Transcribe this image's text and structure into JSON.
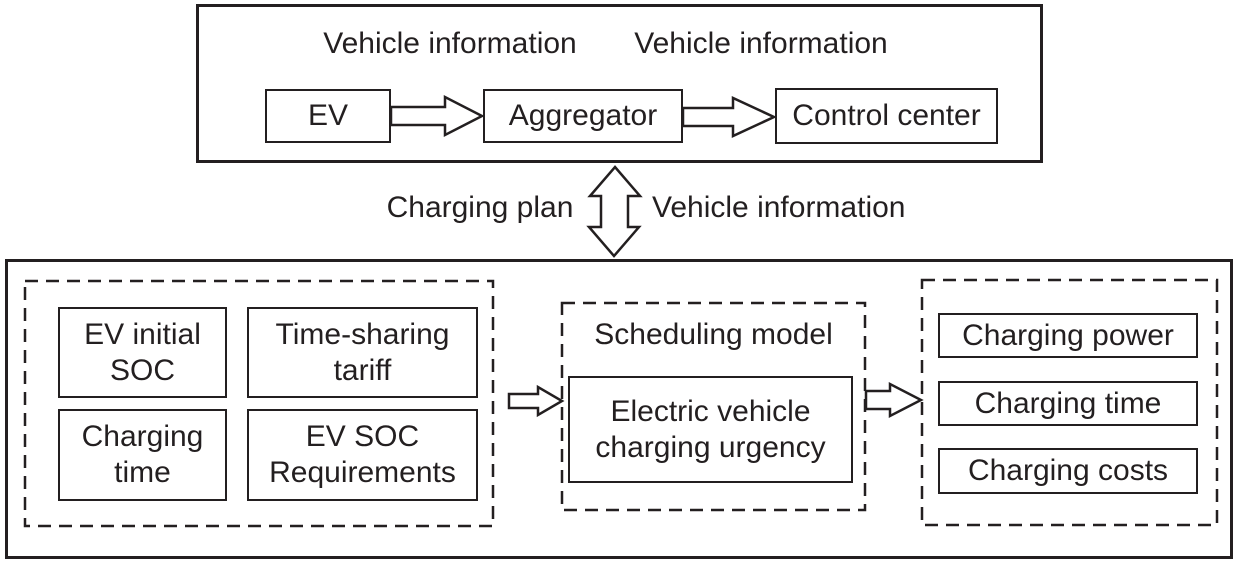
{
  "colors": {
    "ink": "#231f20",
    "paper": "#ffffff"
  },
  "top_panel": {
    "flow_label_left": "Vehicle information",
    "flow_label_right": "Vehicle information",
    "nodes": [
      {
        "label": "EV"
      },
      {
        "label": "Aggregator"
      },
      {
        "label": "Control center"
      }
    ]
  },
  "link": {
    "down_label": "Charging plan",
    "up_label": "Vehicle information"
  },
  "bottom_panel": {
    "inputs": [
      {
        "label": "EV initial\nSOC"
      },
      {
        "label": "Time-sharing\ntariff"
      },
      {
        "label": "Charging\ntime"
      },
      {
        "label": "EV SOC\nRequirements"
      }
    ],
    "model": {
      "title": "Scheduling model",
      "node_label": "Electric vehicle\ncharging urgency"
    },
    "outputs": [
      {
        "label": "Charging power"
      },
      {
        "label": "Charging time"
      },
      {
        "label": "Charging costs"
      }
    ]
  }
}
